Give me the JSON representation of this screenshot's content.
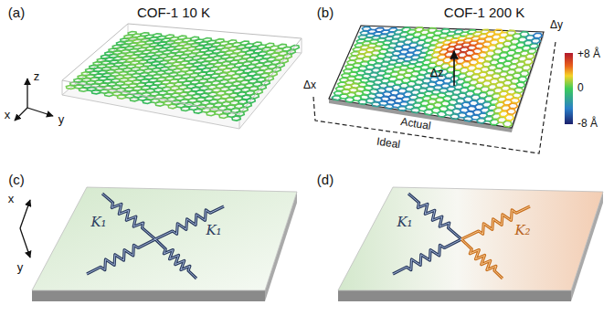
{
  "diagram": {
    "labels": [
      "(a)",
      "COF-1 10 K",
      "(b)",
      "COF-1 200 K",
      "z",
      "x",
      "y",
      "Δz",
      "Δy",
      "Δx",
      "Actual",
      "Ideal",
      "+8 Å",
      "0",
      "-8 Å",
      "(c)",
      "(d)",
      "x",
      "y",
      "K₁",
      "K₁",
      "K₁",
      "K₂"
    ]
  }
}
